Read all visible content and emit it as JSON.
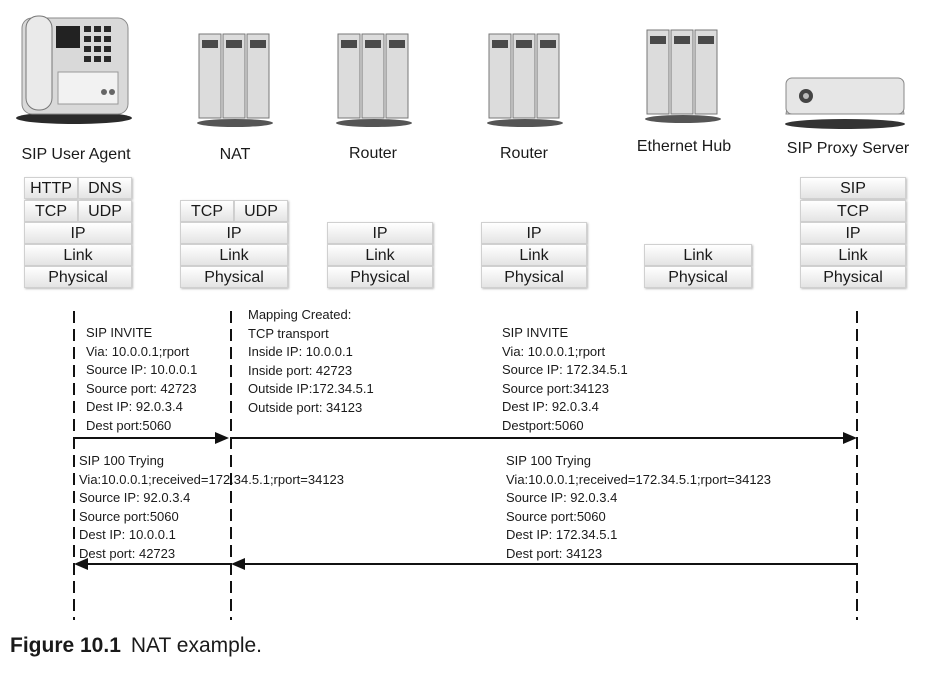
{
  "devices": [
    {
      "name": "SIP User Agent",
      "icon": "phone-icon",
      "layers": [
        [
          "HTTP",
          "DNS"
        ],
        [
          "TCP",
          "UDP"
        ],
        [
          "IP"
        ],
        [
          "Link"
        ],
        [
          "Physical"
        ]
      ]
    },
    {
      "name": "NAT",
      "icon": "server-rack-icon",
      "layers": [
        [
          "TCP",
          "UDP"
        ],
        [
          "IP"
        ],
        [
          "Link"
        ],
        [
          "Physical"
        ]
      ]
    },
    {
      "name": "Router",
      "icon": "server-rack-icon",
      "layers": [
        [
          "IP"
        ],
        [
          "Link"
        ],
        [
          "Physical"
        ]
      ]
    },
    {
      "name": "Router",
      "icon": "server-rack-icon",
      "layers": [
        [
          "IP"
        ],
        [
          "Link"
        ],
        [
          "Physical"
        ]
      ]
    },
    {
      "name": "Ethernet Hub",
      "icon": "server-rack-icon",
      "layers": [
        [
          "Link"
        ],
        [
          "Physical"
        ]
      ]
    },
    {
      "name": "SIP Proxy Server",
      "icon": "proxy-server-icon",
      "layers": [
        [
          "SIP"
        ],
        [
          "TCP"
        ],
        [
          "IP"
        ],
        [
          "Link"
        ],
        [
          "Physical"
        ]
      ]
    }
  ],
  "messages": {
    "invite_client": [
      "SIP INVITE",
      "Via: 10.0.0.1;rport",
      "Source IP: 10.0.0.1",
      "Source port: 42723",
      "Dest IP: 92.0.3.4",
      "Dest port:5060"
    ],
    "mapping": [
      "Mapping Created:",
      "TCP transport",
      "Inside IP: 10.0.0.1",
      "Inside port: 42723",
      "Outside IP:172.34.5.1",
      "Outside port: 34123"
    ],
    "invite_proxy": [
      "SIP INVITE",
      "Via: 10.0.0.1;rport",
      "Source IP: 172.34.5.1",
      "Source port:34123",
      "Dest IP: 92.0.3.4",
      "Destport:5060"
    ],
    "trying_client": [
      "SIP 100 Trying",
      "Via:10.0.0.1;received=172.34.5.1;rport=34123",
      "Source IP: 92.0.3.4",
      "Source port:5060",
      "Dest IP: 10.0.0.1",
      "Dest port: 42723"
    ],
    "trying_proxy": [
      "SIP 100 Trying",
      "Via:10.0.0.1;received=172.34.5.1;rport=34123",
      "Source IP: 92.0.3.4",
      "Source port:5060",
      "Dest IP: 172.34.5.1",
      "Dest port: 34123"
    ]
  },
  "caption": {
    "label": "Figure 10.1",
    "text": "NAT example."
  }
}
